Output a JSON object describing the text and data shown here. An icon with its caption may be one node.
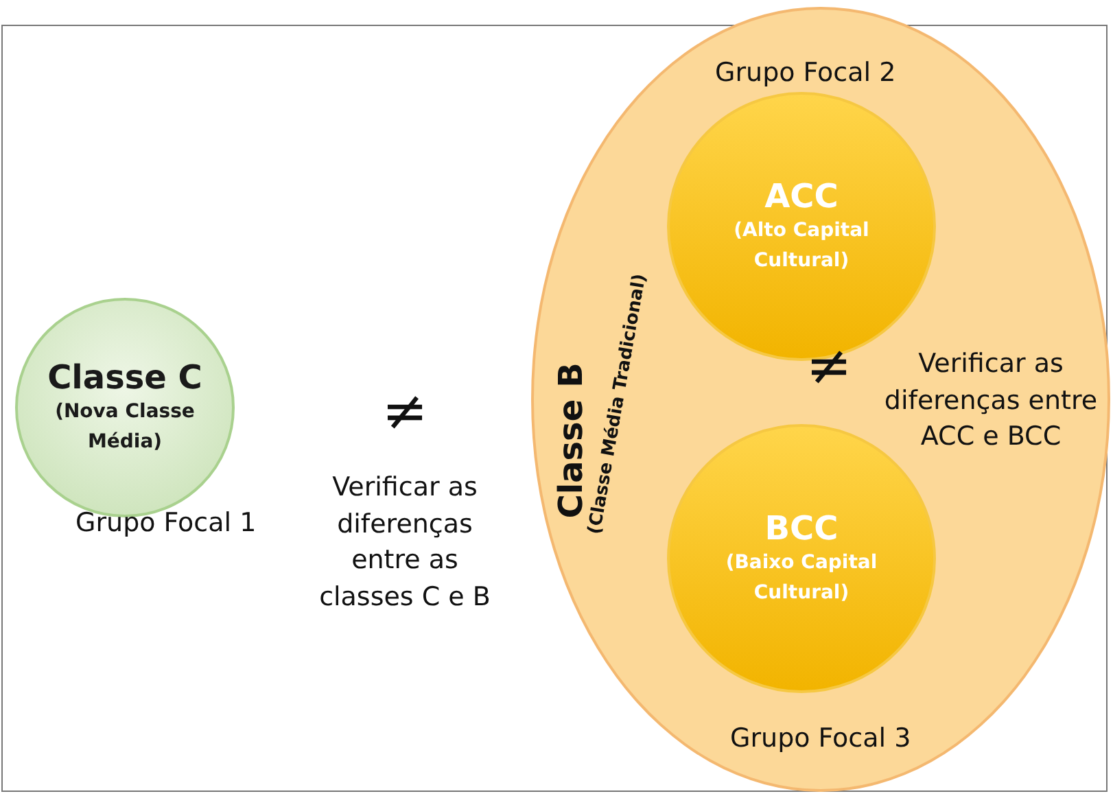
{
  "diagram": {
    "nodes": [
      {
        "text": [
          "Classe C",
          "(Nova Classe Média)"
        ],
        "beside": [
          "Grupo Focal 1"
        ]
      },
      {
        "text": [
          "Classe B",
          "(Classe Média Tradicional)"
        ]
      },
      {
        "text": [
          "ACC",
          "(Alto Capital Cultural)"
        ],
        "in": 1,
        "beside": [
          "Grupo Focal 2"
        ]
      },
      {
        "text": [
          "BCC",
          "(Baixo Capital Cultural)"
        ],
        "in": 1,
        "beside": [
          "Grupo Focal 3"
        ]
      }
    ],
    "edges": [],
    "labels": [
      "≠",
      "Verificar as diferenças entre as classes C e B",
      "≠",
      "Verificar as diferenças entre ACC e BCC"
    ]
  }
}
